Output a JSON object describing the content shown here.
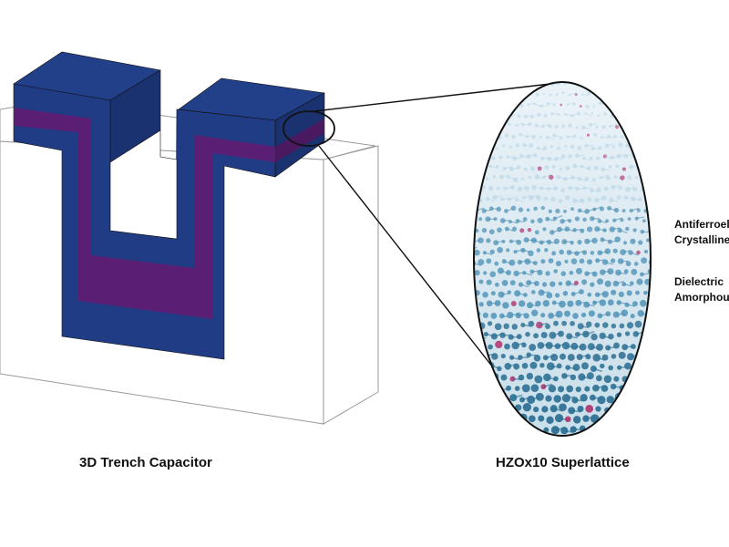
{
  "colors": {
    "electrode": "#1f3c85",
    "electrode_dark": "#1a3270",
    "electrode_top": "#223f8a",
    "dielectric": "#5a1f74",
    "dielectric_side": "#4b195f",
    "substrate_stroke": "#9a9a9a",
    "molecule_light": "#b9d6e6",
    "molecule_mid": "#4a8fb5",
    "molecule_dark": "#2c6f93",
    "accent_pink": "#b03470"
  },
  "captions": {
    "left": "3D Trench Capacitor",
    "right": "HZOx10 Superlattice"
  },
  "labels": {
    "antiferro_line1": "Antiferroel",
    "antiferro_line2": "Crystalline",
    "dielectric_line1": "Dielectric",
    "dielectric_line2": "Amorphou"
  }
}
